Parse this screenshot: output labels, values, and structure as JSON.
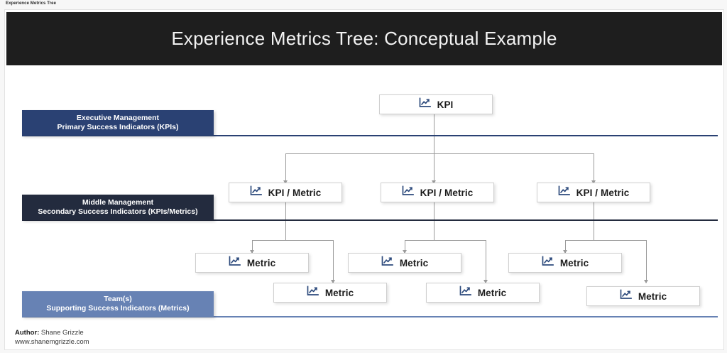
{
  "window": {
    "title": "Experience Metrics Tree"
  },
  "header": {
    "title": "Experience Metrics Tree: Conceptual Example"
  },
  "bands": [
    {
      "line1": "Executive Management",
      "line2": "Primary Success Indicators (KPIs)",
      "color": "#2a4173"
    },
    {
      "line1": "Middle Management",
      "line2": "Secondary Success Indicators (KPIs/Metrics)",
      "color": "#232b3e"
    },
    {
      "line1": "Team(s)",
      "line2": "Supporting Success Indicators (Metrics)",
      "color": "#6782b4"
    }
  ],
  "nodes": {
    "kpi": {
      "label": "KPI",
      "icon": "line-chart-icon"
    },
    "mid1": {
      "label": "KPI / Metric",
      "icon": "line-chart-icon"
    },
    "mid2": {
      "label": "KPI / Metric",
      "icon": "line-chart-icon"
    },
    "mid3": {
      "label": "KPI / Metric",
      "icon": "line-chart-icon"
    },
    "leaf1": {
      "label": "Metric",
      "icon": "line-chart-icon"
    },
    "leaf2": {
      "label": "Metric",
      "icon": "line-chart-icon"
    },
    "leaf3": {
      "label": "Metric",
      "icon": "line-chart-icon"
    },
    "leaf4": {
      "label": "Metric",
      "icon": "line-chart-icon"
    },
    "leaf5": {
      "label": "Metric",
      "icon": "line-chart-icon"
    },
    "leaf6": {
      "label": "Metric",
      "icon": "line-chart-icon"
    }
  },
  "footer": {
    "author_label": "Author:",
    "author_name": " Shane Grizzle",
    "website": "www.shanemgrizzle.com"
  },
  "colors": {
    "banner_bg": "#1e1e1e",
    "icon": "#2d4a7c",
    "connector": "#9a9a9a",
    "page_bg": "#ffffff"
  }
}
